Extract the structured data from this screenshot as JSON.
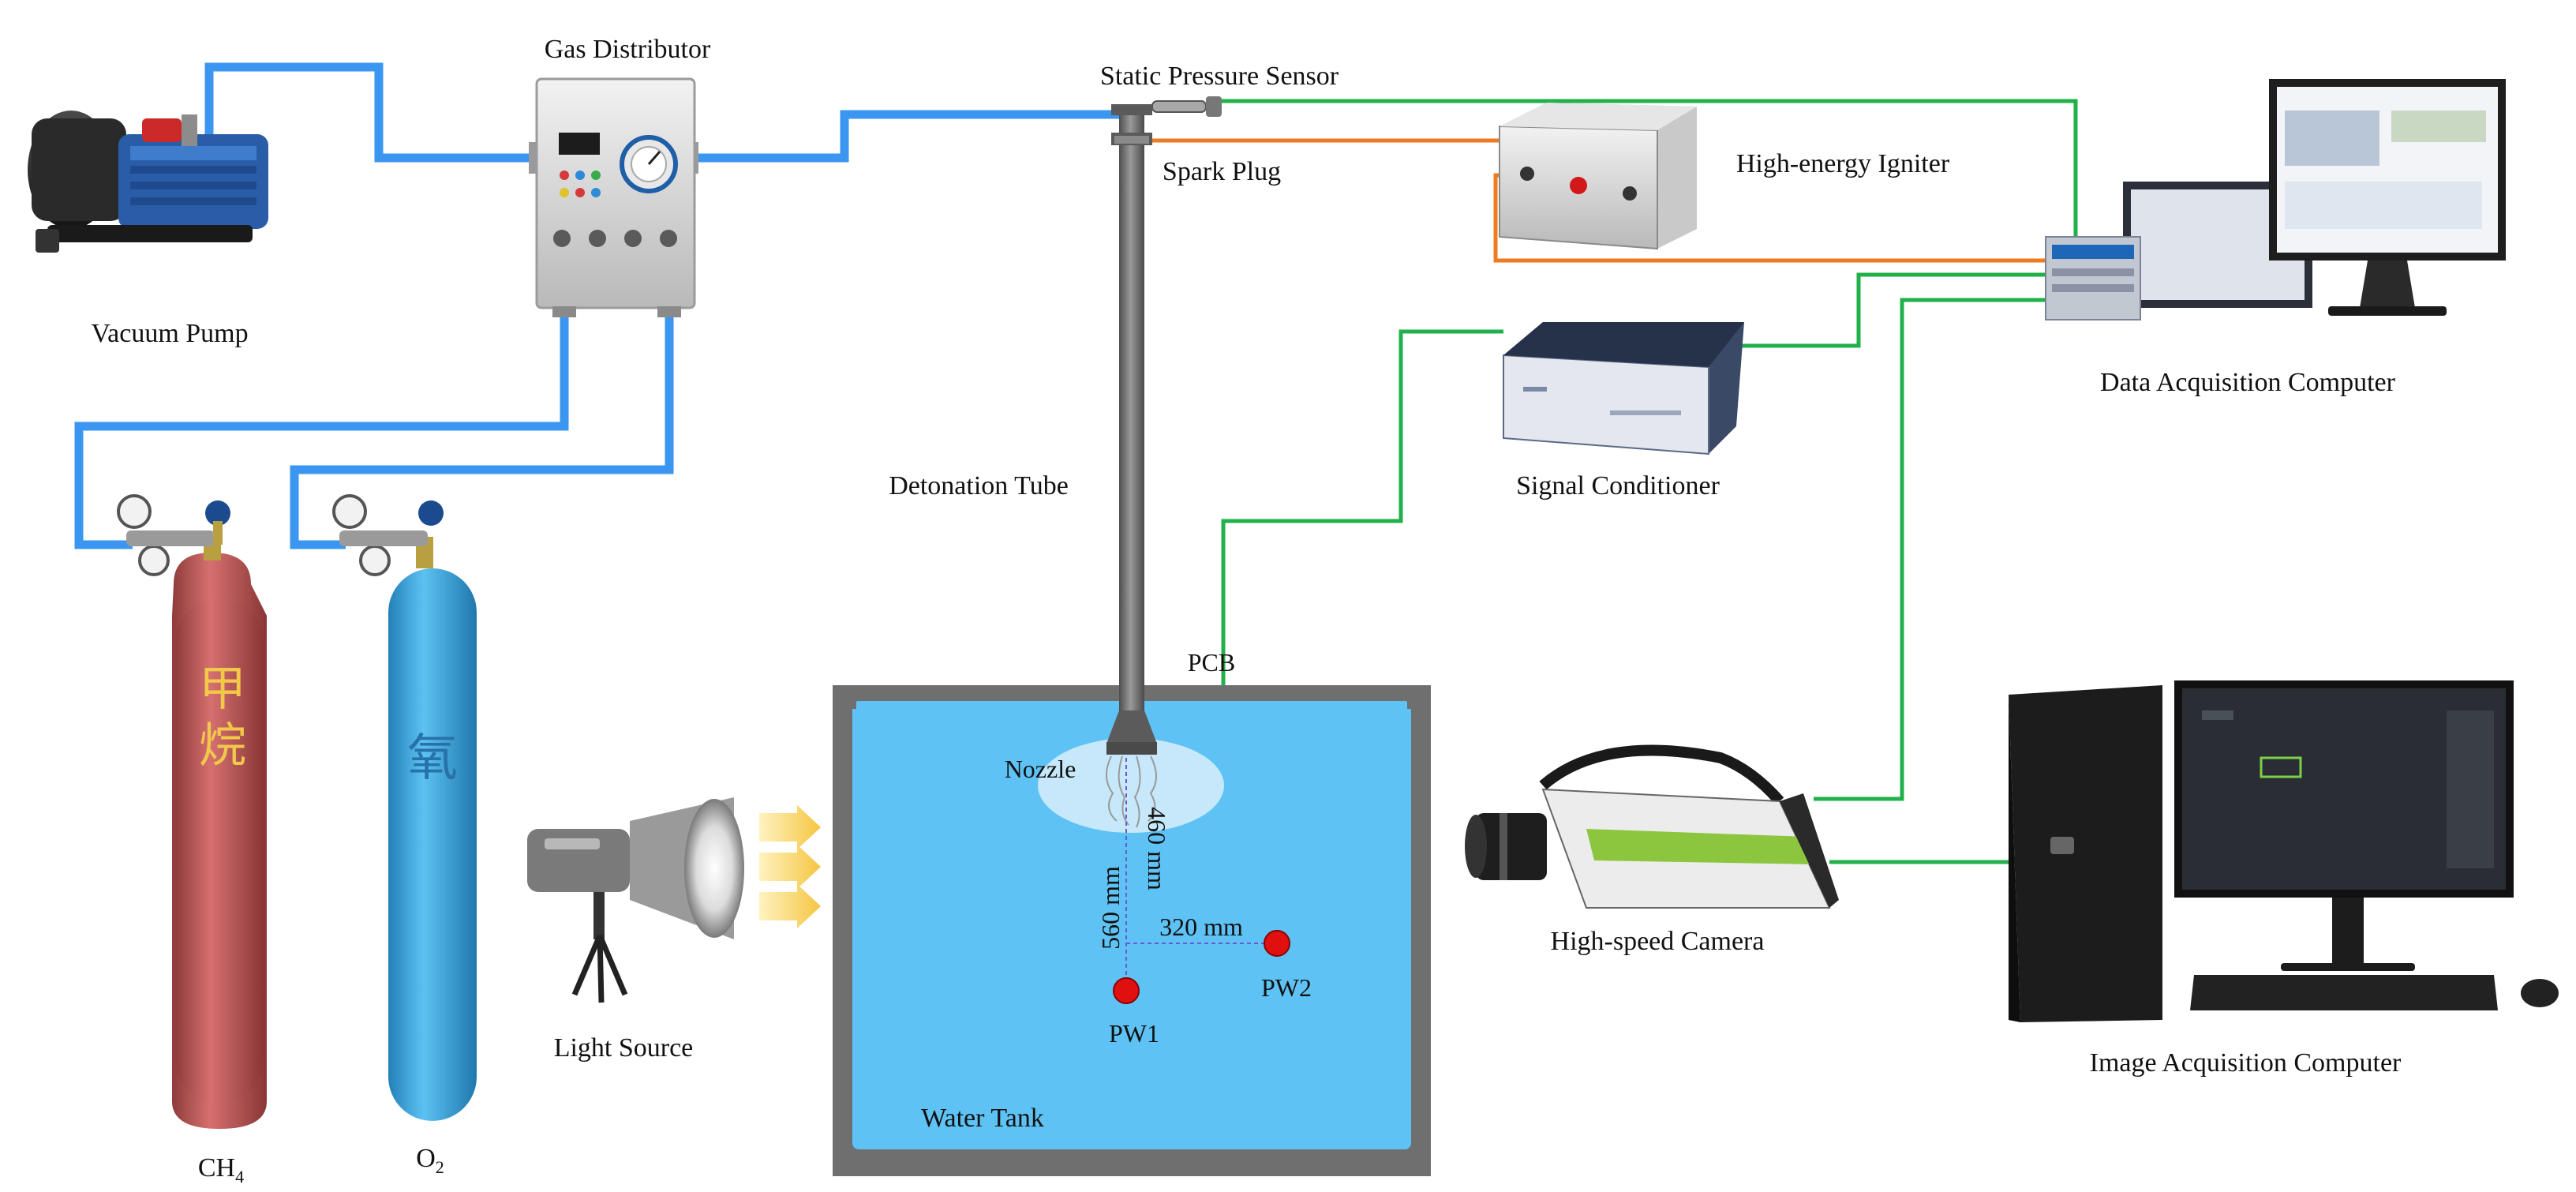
{
  "labels": {
    "gas_distributor": "Gas Distributor",
    "vacuum_pump": "Vacuum Pump",
    "static_pressure_sensor": "Static Pressure Sensor",
    "spark_plug": "Spark Plug",
    "high_energy_igniter": "High-energy Igniter",
    "data_acquisition_computer": "Data Acquisition Computer",
    "signal_conditioner": "Signal Conditioner",
    "detonation_tube": "Detonation Tube",
    "pcb": "PCB",
    "nozzle": "Nozzle",
    "dim_460": "460 mm",
    "dim_560": "560 mm",
    "dim_320": "320 mm",
    "pw1": "PW1",
    "pw2": "PW2",
    "water_tank": "Water Tank",
    "light_source": "Light Source",
    "high_speed_camera": "High-speed Camera",
    "image_acquisition_computer": "Image Acquisition Computer",
    "ch4_main": "CH",
    "ch4_sub": "4",
    "o2_main": "O",
    "o2_sub": "2",
    "cyl_ch4_char1": "甲",
    "cyl_ch4_char2": "烷",
    "cyl_o2_char": "氧"
  },
  "colors": {
    "gas_line": "#3a96f0",
    "signal_line": "#22b04b",
    "ignition_line": "#ee7a22",
    "water": "#5ec2f5",
    "tank_wall": "#6f6f6f",
    "tube": "#6b6b6b",
    "ch4_cylinder": "#c05858",
    "o2_cylinder": "#3aa6e0",
    "probe": "#e01010"
  }
}
